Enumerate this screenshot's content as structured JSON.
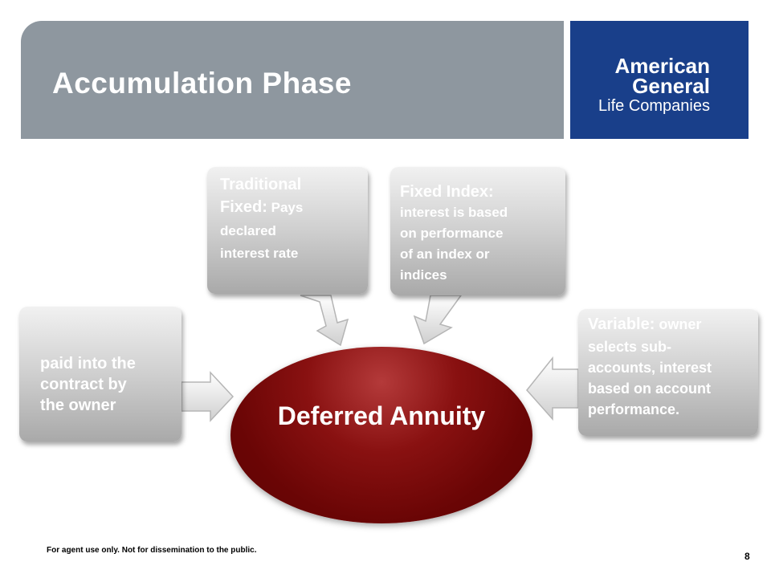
{
  "header": {
    "title": "Accumulation Phase",
    "accent_color": "#8e979f"
  },
  "logo": {
    "line1": "American",
    "line2": "General",
    "line3": "Life Companies",
    "bg_color": "#193f8a"
  },
  "center": {
    "label": "Deferred Annuity",
    "color": "#6a0505"
  },
  "boxes": {
    "left": {
      "line1": "paid into the",
      "line2": "contract by",
      "line3": "the owner"
    },
    "traditional": {
      "heading": "Traditional",
      "line2_bold": "Fixed:",
      "line2_rest": " Pays",
      "line3": "declared",
      "line4": "interest rate"
    },
    "index": {
      "heading": "Fixed Index:",
      "line2": "interest is based",
      "line3": "on performance",
      "line4": "of an index or",
      "line5": "indices"
    },
    "variable": {
      "heading": "Variable:",
      "heading_rest": " owner",
      "line2": "selects sub-",
      "line3": "accounts, interest",
      "line4": "based on account",
      "line5": "performance."
    }
  },
  "footer": {
    "disclaimer": "For agent use only. Not for dissemination to the public.",
    "page_number": "8"
  }
}
